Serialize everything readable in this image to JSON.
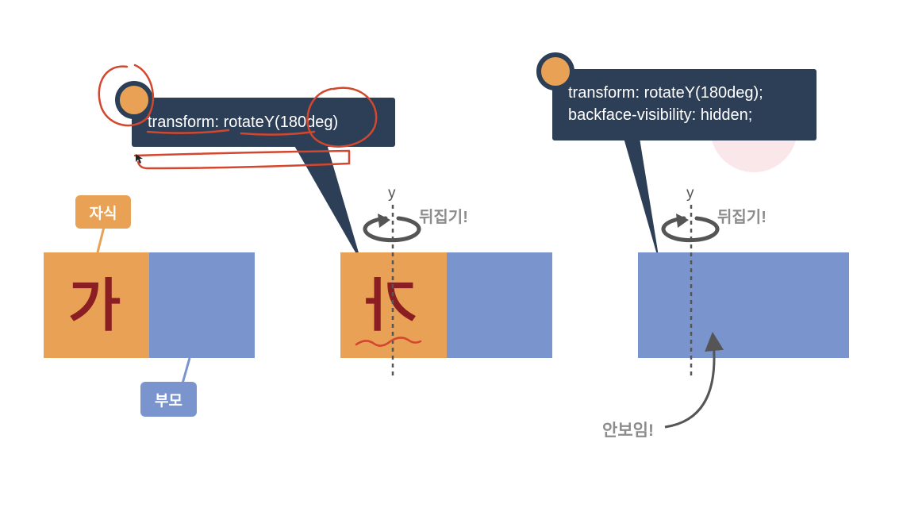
{
  "left": {
    "glyph": "가",
    "child_tag": "자식",
    "parent_tag": "부모",
    "callout_lines": [
      "transform: rotateY(180deg)"
    ]
  },
  "middle": {
    "glyph": "가",
    "axis_label": "y",
    "flip_label": "뒤집기!"
  },
  "right": {
    "axis_label": "y",
    "flip_label": "뒤집기!",
    "callout_lines": [
      "transform: rotateY(180deg);",
      "backface-visibility: hidden;"
    ],
    "hidden_label": "안보임!"
  },
  "colors": {
    "child": "#e8a155",
    "parent": "#7a95ce",
    "callout": "#2d3e57",
    "glyph": "#8b1e22",
    "annotation": "#d2472e"
  }
}
